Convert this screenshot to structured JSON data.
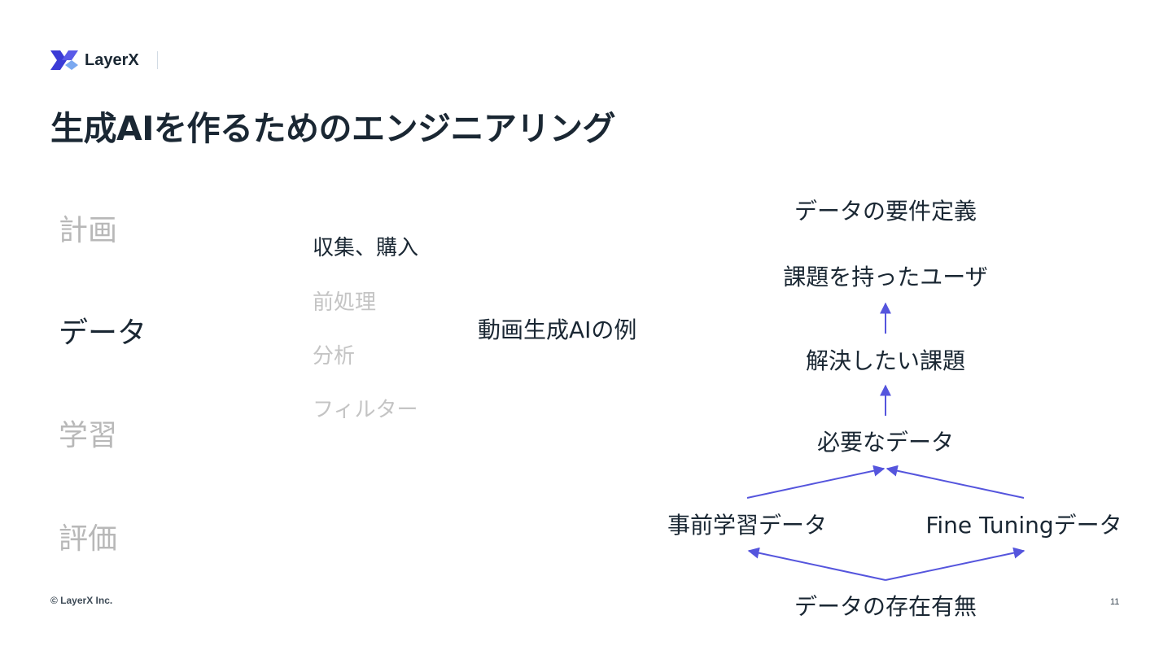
{
  "header": {
    "logo_text": "LayerX",
    "title": "生成AIを作るためのエンジニアリング"
  },
  "phases": [
    {
      "label": "計画",
      "active": false
    },
    {
      "label": "データ",
      "active": true
    },
    {
      "label": "学習",
      "active": false
    },
    {
      "label": "評価",
      "active": false
    }
  ],
  "data_steps": [
    {
      "label": "収集、購入",
      "active": true
    },
    {
      "label": "前処理",
      "active": false
    },
    {
      "label": "分析",
      "active": false
    },
    {
      "label": "フィルター",
      "active": false
    }
  ],
  "example_label": "動画生成AIの例",
  "flow": {
    "requirements": "データの要件定義",
    "user": "課題を持ったユーザ",
    "problem": "解決したい課題",
    "needed_data": "必要なデータ",
    "pretrain_data": "事前学習データ",
    "finetune_data": "Fine Tuningデータ",
    "existence": "データの存在有無",
    "arrow_color": "#5555dd"
  },
  "footer": {
    "copyright": "© LayerX Inc.",
    "page_number": "11"
  },
  "colors": {
    "text": "#1a2733",
    "muted": "#b8b8b8",
    "logo_primary": "#3b3bd6",
    "logo_secondary": "#7aa8f0"
  }
}
